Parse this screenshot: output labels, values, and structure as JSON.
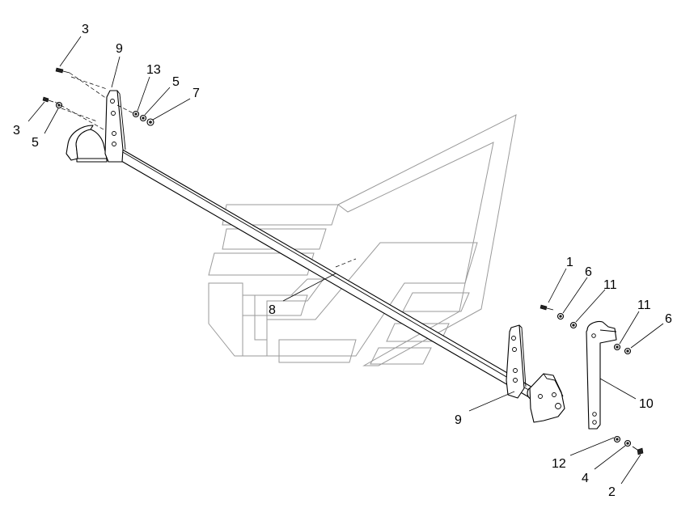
{
  "callouts": {
    "c1": "1",
    "c2": "2",
    "c3_top": "3",
    "c3_left": "3",
    "c4": "4",
    "c5_left": "5",
    "c5_top": "5",
    "c6_upper": "6",
    "c6_right": "6",
    "c7": "7",
    "c8": "8",
    "c9_left": "9",
    "c9_right": "9",
    "c10": "10",
    "c11_upper": "11",
    "c11_right": "11",
    "c12": "12",
    "c13": "13"
  }
}
